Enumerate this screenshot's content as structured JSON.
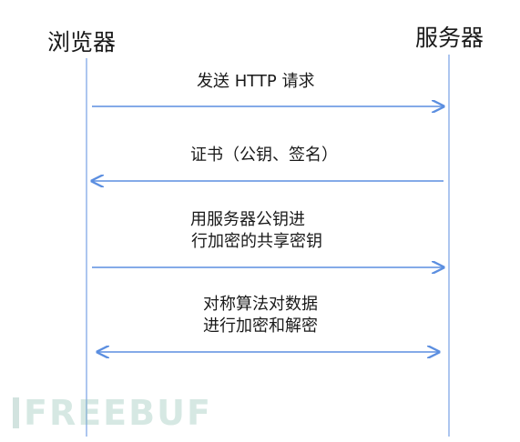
{
  "actors": {
    "left": "浏览器",
    "right": "服务器"
  },
  "messages": [
    {
      "lines": [
        "发送 HTTP 请求"
      ],
      "direction": "left-to-right"
    },
    {
      "lines": [
        "证书（公钥、签名）"
      ],
      "direction": "right-to-left"
    },
    {
      "lines": [
        "用服务器公钥进",
        "行加密的共享密钥"
      ],
      "direction": "left-to-right"
    },
    {
      "lines": [
        "对称算法对数据",
        "进行加密和解密"
      ],
      "direction": "bidirectional"
    }
  ],
  "watermark": "FREEBUF",
  "colors": {
    "lifeline": "#8aaee8",
    "arrow": "#5b8ee0",
    "text": "#1a1a1a"
  }
}
